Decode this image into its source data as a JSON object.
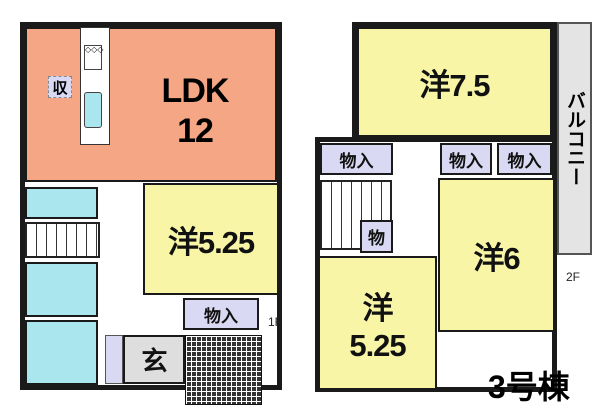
{
  "floor1": {
    "label": "1F",
    "ldk": {
      "name": "LDK",
      "size": "12"
    },
    "storage_small": "収",
    "western_room": "洋5.25",
    "closet": "物入",
    "entrance": "玄"
  },
  "floor2": {
    "label": "2F",
    "room_north": "洋7.5",
    "room_east": "洋6",
    "room_south": {
      "name": "洋",
      "size": "5.25"
    },
    "closet_left": "物入",
    "closet_mid": "物入",
    "closet_right": "物入",
    "closet_small": "物",
    "balcony": "バルコニー"
  },
  "building": "3号棟",
  "colors": {
    "ldk": "#f5a785",
    "western": "#f8f5a6",
    "wet": "#a9e6ee",
    "closet": "#d9d9f3",
    "entrance": "#dedede"
  }
}
